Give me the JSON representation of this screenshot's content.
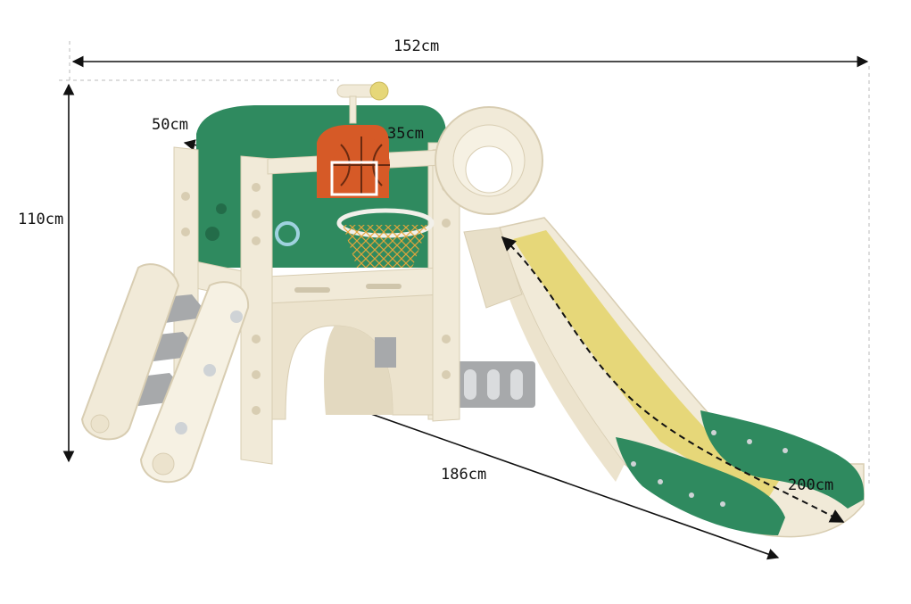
{
  "dimensions": {
    "width_label": "152cm",
    "height_label": "110cm",
    "depth_label": "50cm",
    "deck_label": "35cm",
    "base_label": "186cm",
    "slide_label": "200cm"
  },
  "colors": {
    "green": "#2f8a5f",
    "cream": "#f1ead8",
    "cream_shadow": "#ddd3bb",
    "yellow": "#e6d779",
    "grey": "#a7a9ab",
    "basketball": "#d65a27",
    "hoop_ring": "#f2f0ea",
    "net": "#e8a63a"
  },
  "illustration": {
    "subject": "playground-slide-set",
    "icons": [
      "basketball-icon",
      "telescope-icon",
      "steering-wheel-icon",
      "ladder-icon"
    ]
  }
}
